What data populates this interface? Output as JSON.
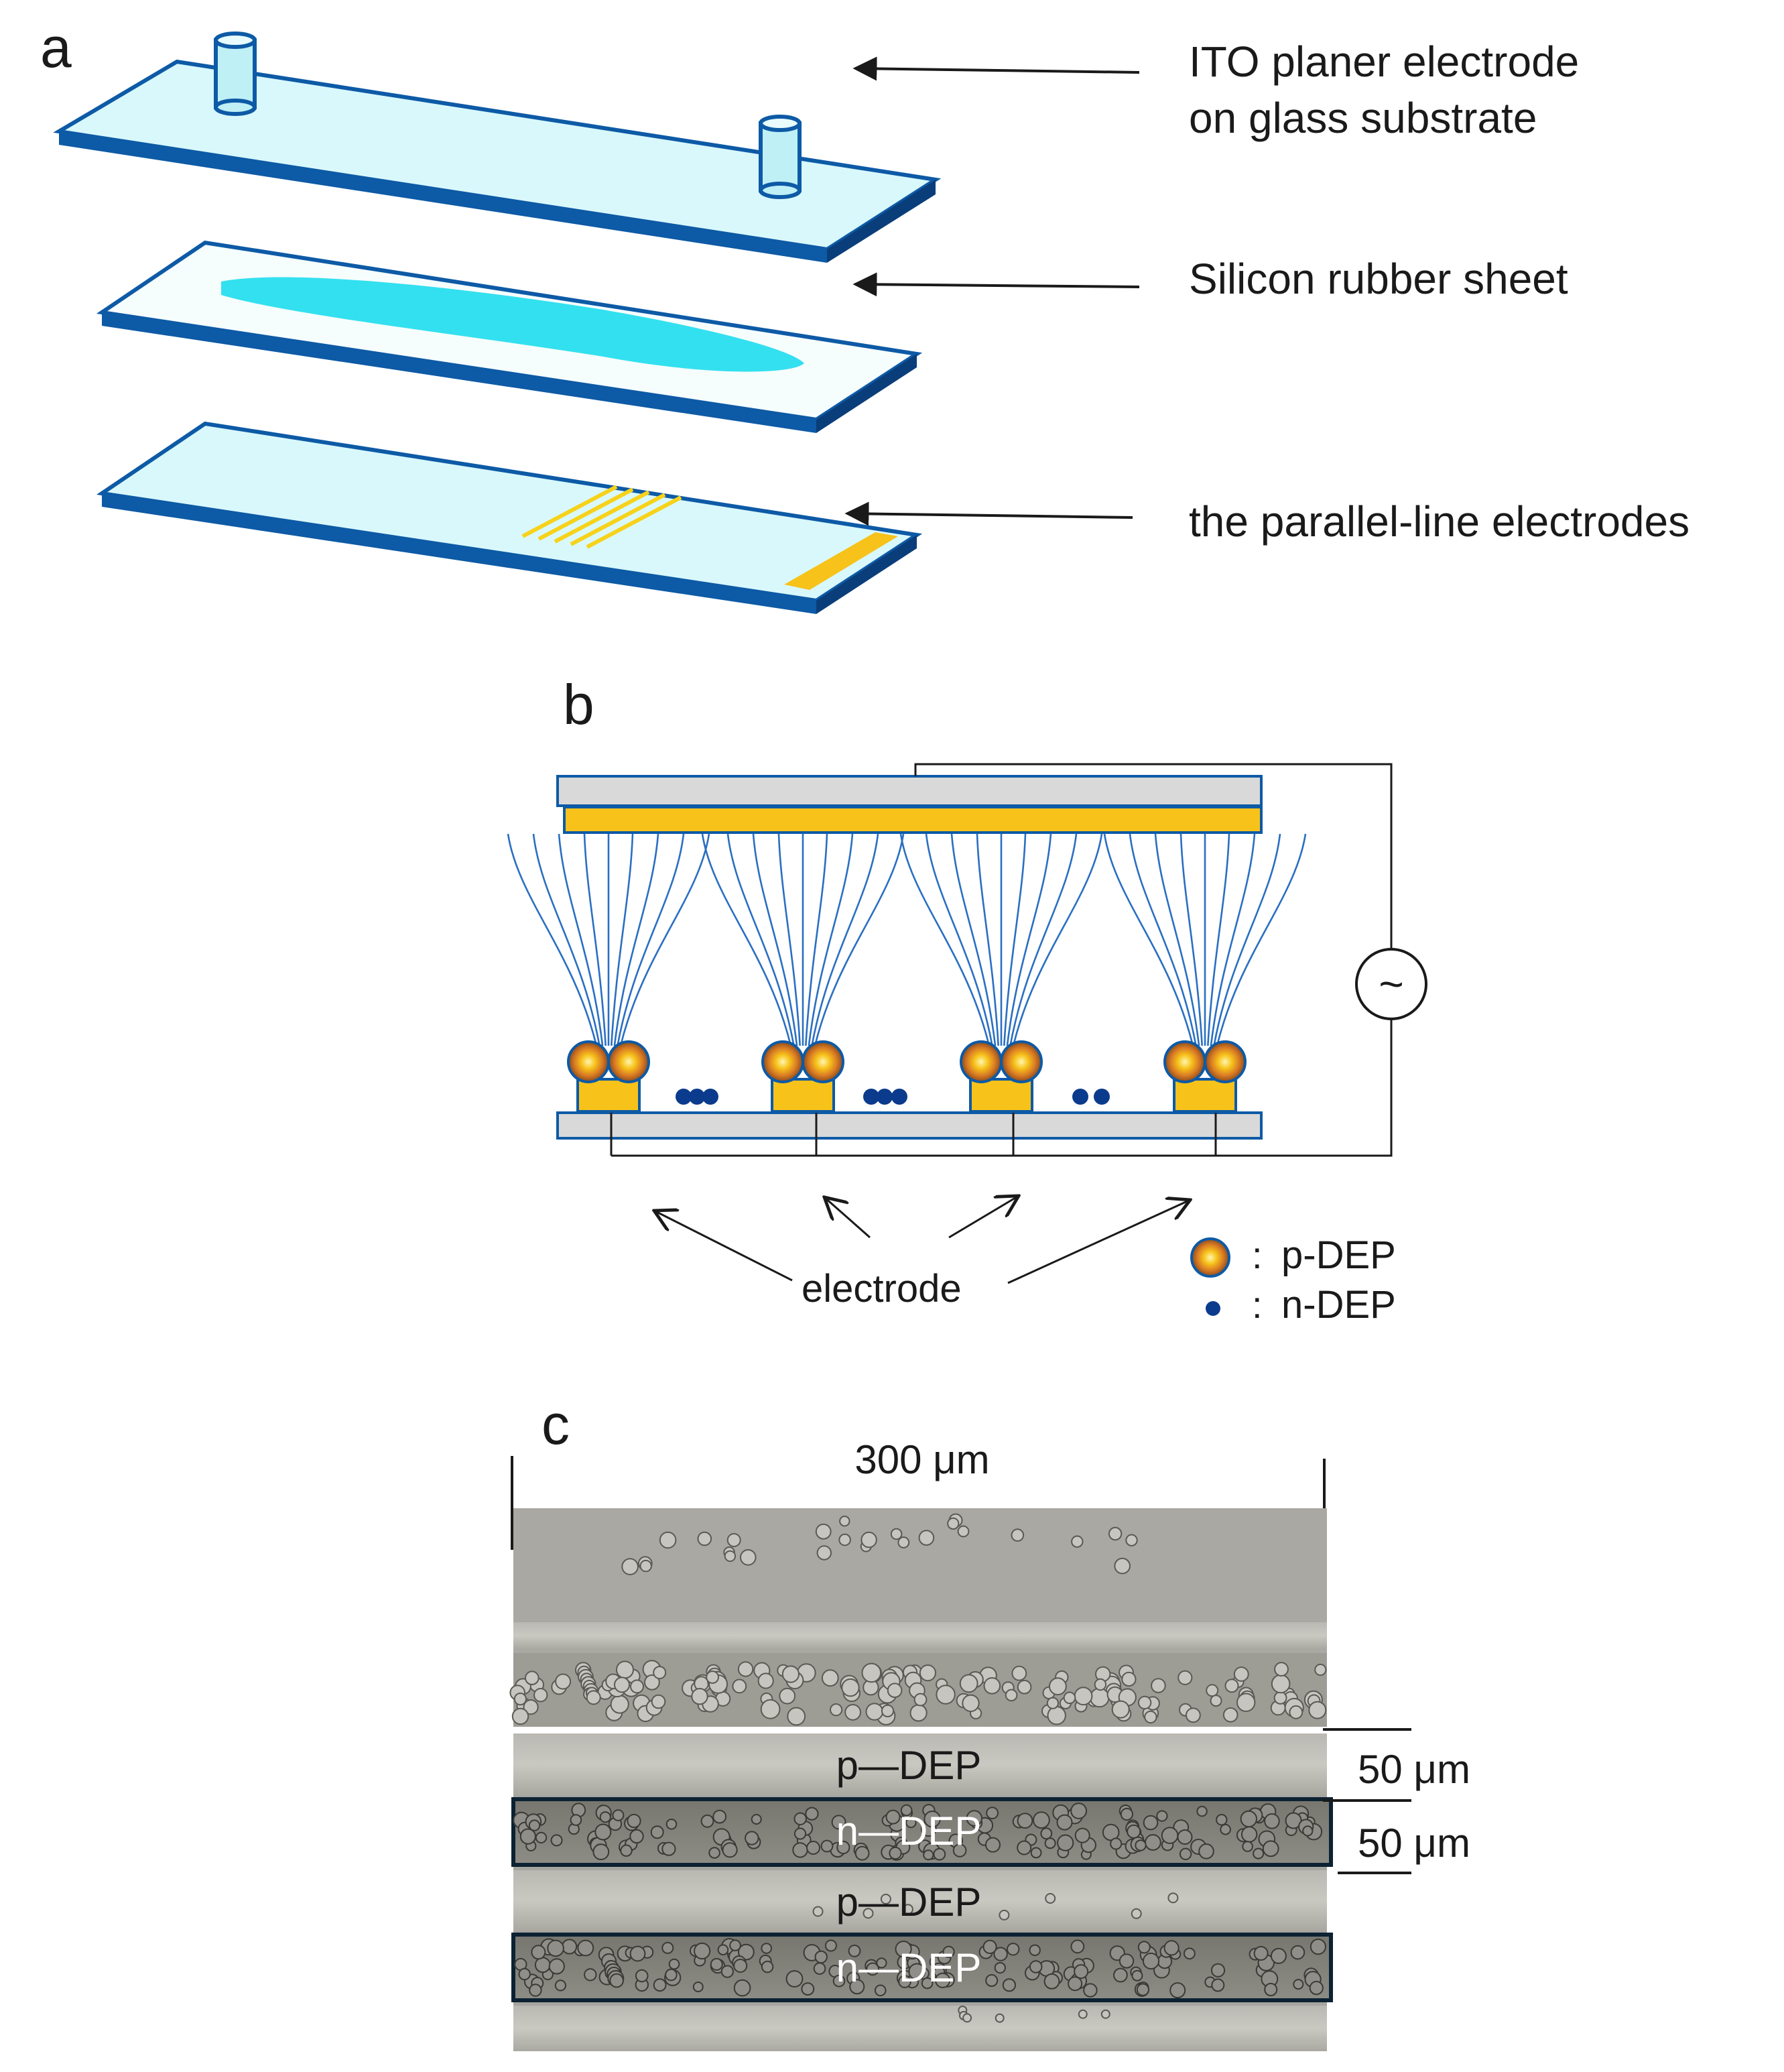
{
  "panel_a": {
    "label": "a",
    "layers": [
      {
        "text_lines": [
          "ITO planer  electrode",
          "on glass  substrate"
        ]
      },
      {
        "text_lines": [
          "Silicon rubber sheet"
        ]
      },
      {
        "text_lines": [
          "the parallel-line electrodes"
        ]
      }
    ]
  },
  "panel_b": {
    "label": "b",
    "ac_source_symbol": "~",
    "electrode_label": "electrode",
    "legend": [
      {
        "separator": ":",
        "text": "p-DEP"
      },
      {
        "separator": ":",
        "text": "n-DEP"
      }
    ]
  },
  "panel_c": {
    "label": "c",
    "scale_width": "300 μm",
    "scale_band_1": "50 μm",
    "scale_band_2": "50 μm",
    "band_labels": [
      "p—DEP",
      "n—DEP",
      "p—DEP",
      "n—DEP"
    ]
  },
  "colors": {
    "glass_face": "#d9f8fb",
    "glass_edge": "#0d5aa6",
    "rubber_channel": "#33e0ef",
    "electrode_gold": "#f7c21a",
    "field_line": "#2a6fc2",
    "ndep_dot": "#0b3b8c",
    "micrograph_bg": "#a8a7a1"
  }
}
